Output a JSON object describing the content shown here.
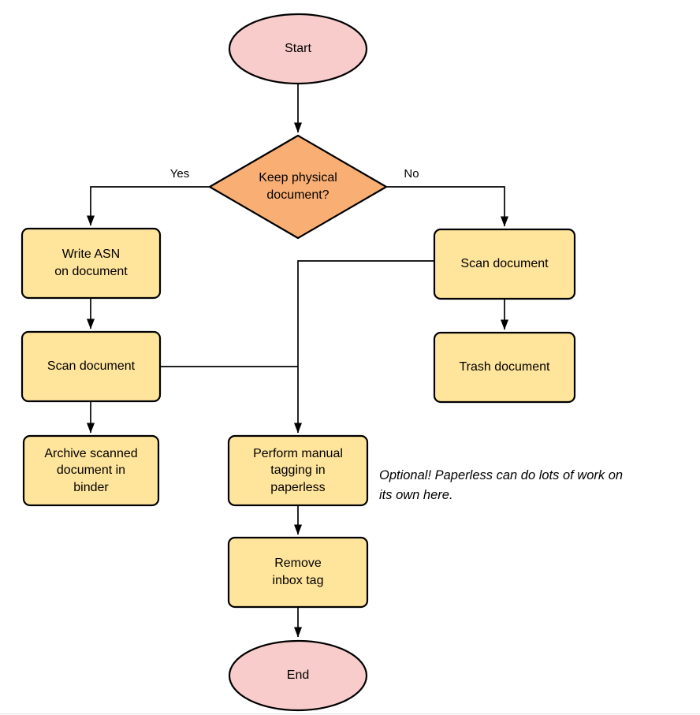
{
  "diagram": {
    "nodes": {
      "start": {
        "label": "Start"
      },
      "decision": {
        "label": "Keep physical\ndocument?"
      },
      "write_asn": {
        "label": "Write ASN\non document"
      },
      "scan_left": {
        "label": "Scan document"
      },
      "archive": {
        "label": "Archive scanned\ndocument in\nbinder"
      },
      "scan_right": {
        "label": "Scan document"
      },
      "trash": {
        "label": "Trash document"
      },
      "tagging": {
        "label": "Perform manual\ntagging in\npaperless"
      },
      "remove_inbox": {
        "label": "Remove\ninbox tag"
      },
      "end": {
        "label": "End"
      }
    },
    "edge_labels": {
      "yes": "Yes",
      "no": "No"
    },
    "annotation": "Optional! Paperless can do lots of work on\nits own here.",
    "colors": {
      "terminator_fill": "#F8CCCB",
      "decision_fill": "#F9AF74",
      "process_fill": "#FFE49C",
      "stroke": "#000000"
    }
  }
}
